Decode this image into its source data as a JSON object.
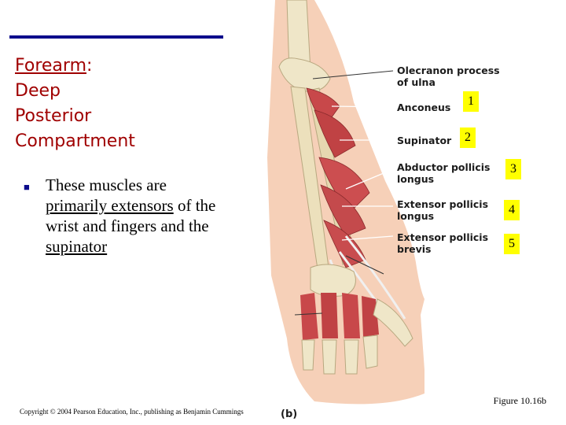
{
  "title": {
    "word1": "Forearm",
    "colon": ":",
    "line2": "Deep",
    "line3": "Posterior",
    "line4": "Compartment"
  },
  "bullet": {
    "part1": "These muscles are ",
    "part2": "primarily extensors",
    "part3": " of the wrist and fingers and the ",
    "part4": "supinator"
  },
  "figure": {
    "labels": [
      {
        "line1": "Olecranon process",
        "line2": "of ulna"
      },
      {
        "line1": "Anconeus",
        "line2": ""
      },
      {
        "line1": "Supinator",
        "line2": ""
      },
      {
        "line1": "Abductor pollicis",
        "line2": "longus"
      },
      {
        "line1": "Extensor pollicis",
        "line2": "longus"
      },
      {
        "line1": "Extensor pollicis",
        "line2": "brevis"
      }
    ],
    "numbers": [
      "1",
      "2",
      "3",
      "4",
      "5"
    ],
    "caption": "Figure 10.16b",
    "panel_label": "(b)"
  },
  "copyright": "Copyright © 2004 Pearson Education, Inc., publishing as Benjamin Cummings",
  "colors": {
    "title_red": "#a00000",
    "rule_blue": "#0c0c8c",
    "number_box_yellow": "#ffff00",
    "muscle": "#c8484a",
    "skin": "#f6d0b8"
  }
}
